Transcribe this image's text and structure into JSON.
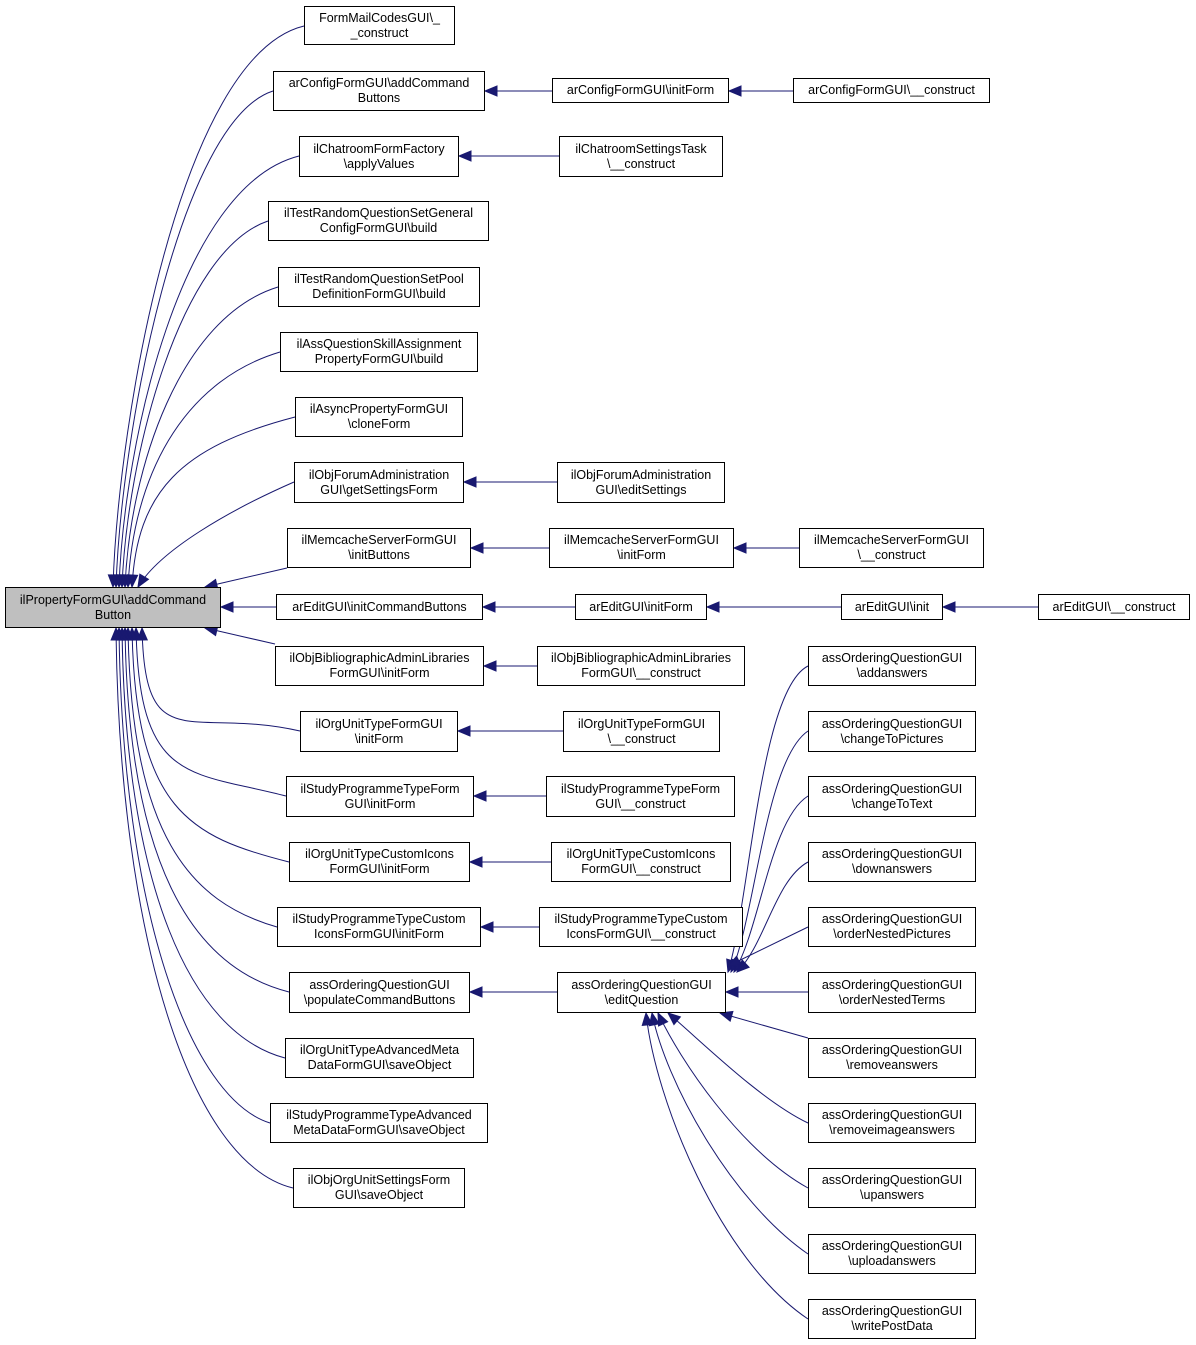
{
  "colors": {
    "edge": "#191970",
    "root_fill": "#bfbfbf",
    "node_fill": "#ffffff",
    "border": "#000000"
  },
  "nodes": {
    "root": {
      "line1": "ilPropertyFormGUI\\addCommand",
      "line2": "Button"
    },
    "n1": {
      "line1": "FormMailCodesGUI\\_",
      "line2": "_construct"
    },
    "n2": {
      "line1": "arConfigFormGUI\\addCommand",
      "line2": "Buttons"
    },
    "n2a": {
      "line1": "arConfigFormGUI\\initForm",
      "line2": ""
    },
    "n2b": {
      "line1": "arConfigFormGUI\\__construct",
      "line2": ""
    },
    "n3": {
      "line1": "ilChatroomFormFactory",
      "line2": "\\applyValues"
    },
    "n3a": {
      "line1": "ilChatroomSettingsTask",
      "line2": "\\__construct"
    },
    "n4": {
      "line1": "ilTestRandomQuestionSetGeneral",
      "line2": "ConfigFormGUI\\build"
    },
    "n5": {
      "line1": "ilTestRandomQuestionSetPool",
      "line2": "DefinitionFormGUI\\build"
    },
    "n6": {
      "line1": "ilAssQuestionSkillAssignment",
      "line2": "PropertyFormGUI\\build"
    },
    "n7": {
      "line1": "ilAsyncPropertyFormGUI",
      "line2": "\\cloneForm"
    },
    "n8": {
      "line1": "ilObjForumAdministration",
      "line2": "GUI\\getSettingsForm"
    },
    "n8a": {
      "line1": "ilObjForumAdministration",
      "line2": "GUI\\editSettings"
    },
    "n9": {
      "line1": "ilMemcacheServerFormGUI",
      "line2": "\\initButtons"
    },
    "n9a": {
      "line1": "ilMemcacheServerFormGUI",
      "line2": "\\initForm"
    },
    "n9b": {
      "line1": "ilMemcacheServerFormGUI",
      "line2": "\\__construct"
    },
    "n10": {
      "line1": "arEditGUI\\initCommandButtons",
      "line2": ""
    },
    "n10a": {
      "line1": "arEditGUI\\initForm",
      "line2": ""
    },
    "n10b": {
      "line1": "arEditGUI\\init",
      "line2": ""
    },
    "n10c": {
      "line1": "arEditGUI\\__construct",
      "line2": ""
    },
    "n11": {
      "line1": "ilObjBibliographicAdminLibraries",
      "line2": "FormGUI\\initForm"
    },
    "n11a": {
      "line1": "ilObjBibliographicAdminLibraries",
      "line2": "FormGUI\\__construct"
    },
    "n12": {
      "line1": "ilOrgUnitTypeFormGUI",
      "line2": "\\initForm"
    },
    "n12a": {
      "line1": "ilOrgUnitTypeFormGUI",
      "line2": "\\__construct"
    },
    "n13": {
      "line1": "ilStudyProgrammeTypeForm",
      "line2": "GUI\\initForm"
    },
    "n13a": {
      "line1": "ilStudyProgrammeTypeForm",
      "line2": "GUI\\__construct"
    },
    "n14": {
      "line1": "ilOrgUnitTypeCustomIcons",
      "line2": "FormGUI\\initForm"
    },
    "n14a": {
      "line1": "ilOrgUnitTypeCustomIcons",
      "line2": "FormGUI\\__construct"
    },
    "n15": {
      "line1": "ilStudyProgrammeTypeCustom",
      "line2": "IconsFormGUI\\initForm"
    },
    "n15a": {
      "line1": "ilStudyProgrammeTypeCustom",
      "line2": "IconsFormGUI\\__construct"
    },
    "n16": {
      "line1": "assOrderingQuestionGUI",
      "line2": "\\populateCommandButtons"
    },
    "n16a": {
      "line1": "assOrderingQuestionGUI",
      "line2": "\\editQuestion"
    },
    "n17": {
      "line1": "ilOrgUnitTypeAdvancedMeta",
      "line2": "DataFormGUI\\saveObject"
    },
    "n18": {
      "line1": "ilStudyProgrammeTypeAdvanced",
      "line2": "MetaDataFormGUI\\saveObject"
    },
    "n19": {
      "line1": "ilObjOrgUnitSettingsForm",
      "line2": "GUI\\saveObject"
    },
    "q1": {
      "line1": "assOrderingQuestionGUI",
      "line2": "\\addanswers"
    },
    "q2": {
      "line1": "assOrderingQuestionGUI",
      "line2": "\\changeToPictures"
    },
    "q3": {
      "line1": "assOrderingQuestionGUI",
      "line2": "\\changeToText"
    },
    "q4": {
      "line1": "assOrderingQuestionGUI",
      "line2": "\\downanswers"
    },
    "q5": {
      "line1": "assOrderingQuestionGUI",
      "line2": "\\orderNestedPictures"
    },
    "q6": {
      "line1": "assOrderingQuestionGUI",
      "line2": "\\orderNestedTerms"
    },
    "q7": {
      "line1": "assOrderingQuestionGUI",
      "line2": "\\removeanswers"
    },
    "q8": {
      "line1": "assOrderingQuestionGUI",
      "line2": "\\removeimageanswers"
    },
    "q9": {
      "line1": "assOrderingQuestionGUI",
      "line2": "\\upanswers"
    },
    "q10": {
      "line1": "assOrderingQuestionGUI",
      "line2": "\\uploadanswers"
    },
    "q11": {
      "line1": "assOrderingQuestionGUI",
      "line2": "\\writePostData"
    }
  }
}
